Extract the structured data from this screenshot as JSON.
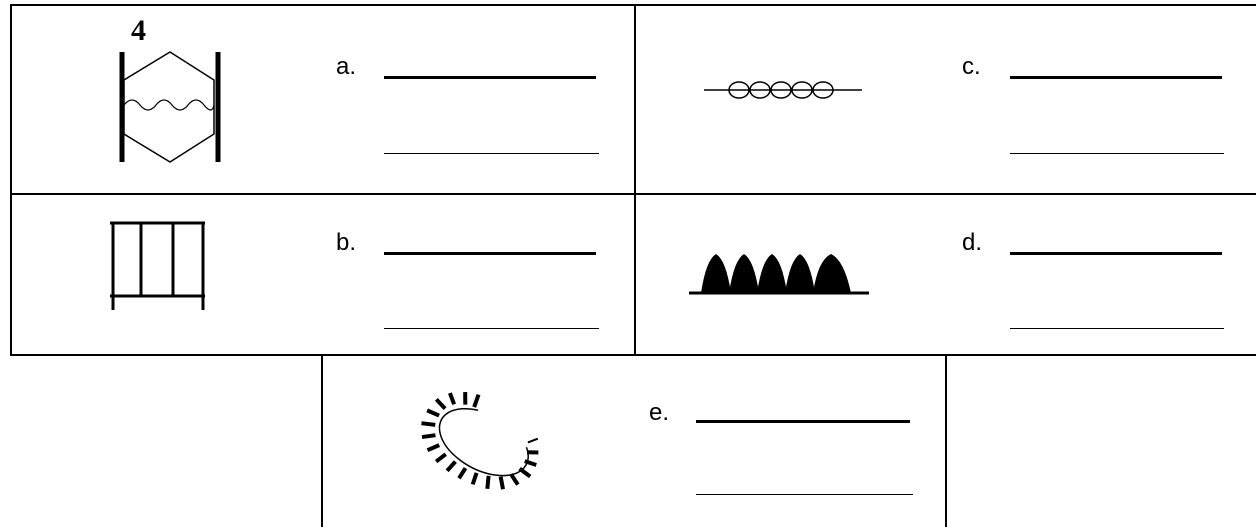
{
  "worksheet": {
    "items": [
      {
        "letter": "a.",
        "symbol_number": "4"
      },
      {
        "letter": "b."
      },
      {
        "letter": "c."
      },
      {
        "letter": "d."
      },
      {
        "letter": "e."
      }
    ]
  }
}
